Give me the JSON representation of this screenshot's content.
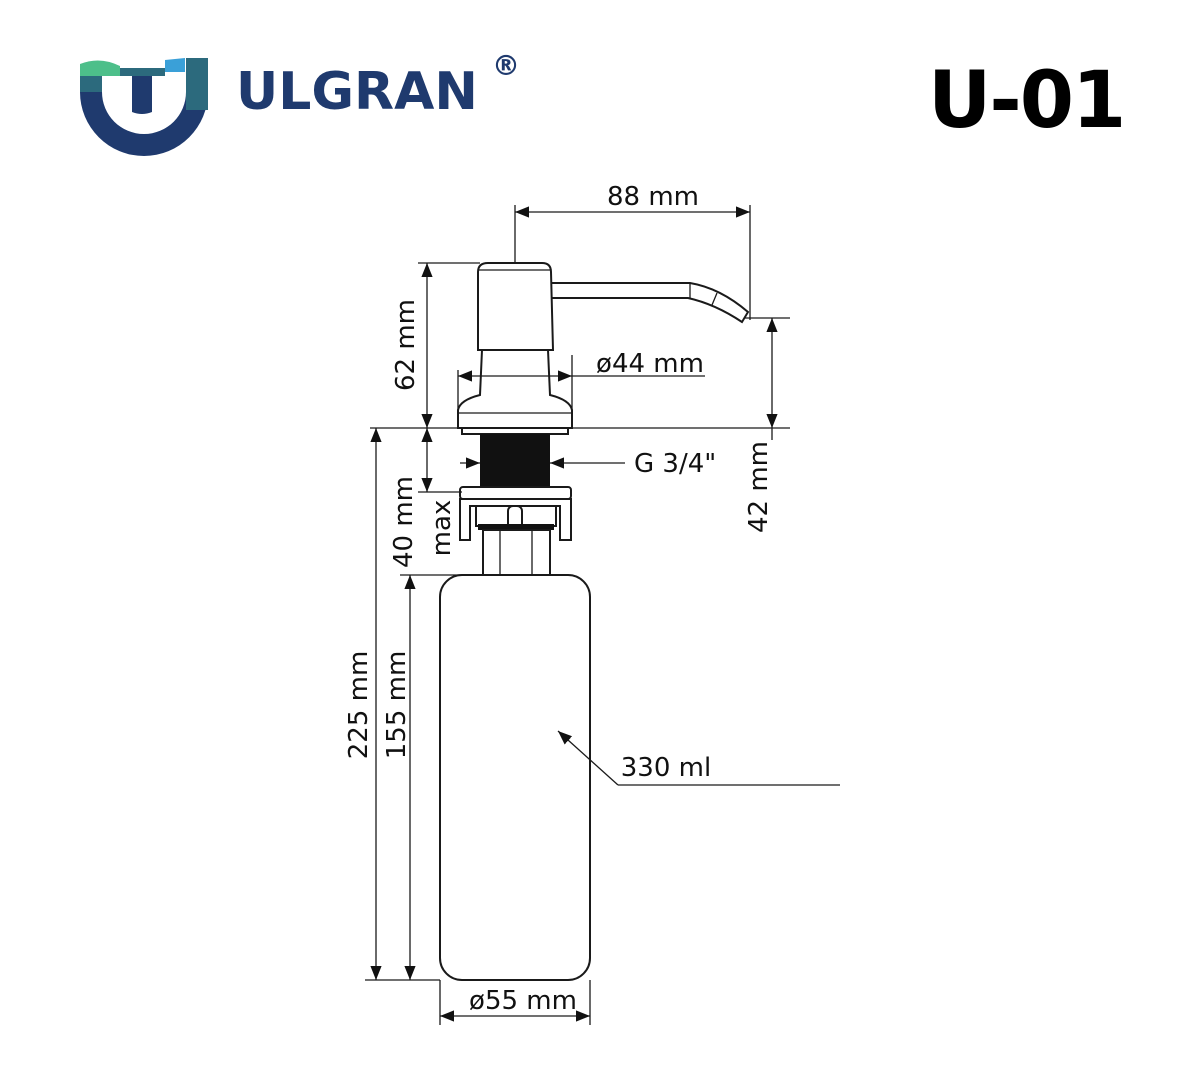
{
  "brand": {
    "name": "ULGRAN",
    "registered": "®",
    "colors": {
      "navy": "#1f3a6e",
      "teal": "#2c6a7d",
      "green": "#4dbf8a",
      "blue": "#3aa0d8"
    }
  },
  "model": "U-01",
  "dimensions": {
    "spout_reach": "88 mm",
    "head_height": "62 mm",
    "head_diameter": "ø44 mm",
    "thread": "G 3/4\"",
    "spout_height": "42 mm",
    "max_thickness": "40 mm",
    "max_label": "max",
    "total_height": "225 mm",
    "bottle_height": "155 mm",
    "bottle_diameter": "ø55 mm",
    "volume": "330 ml"
  }
}
